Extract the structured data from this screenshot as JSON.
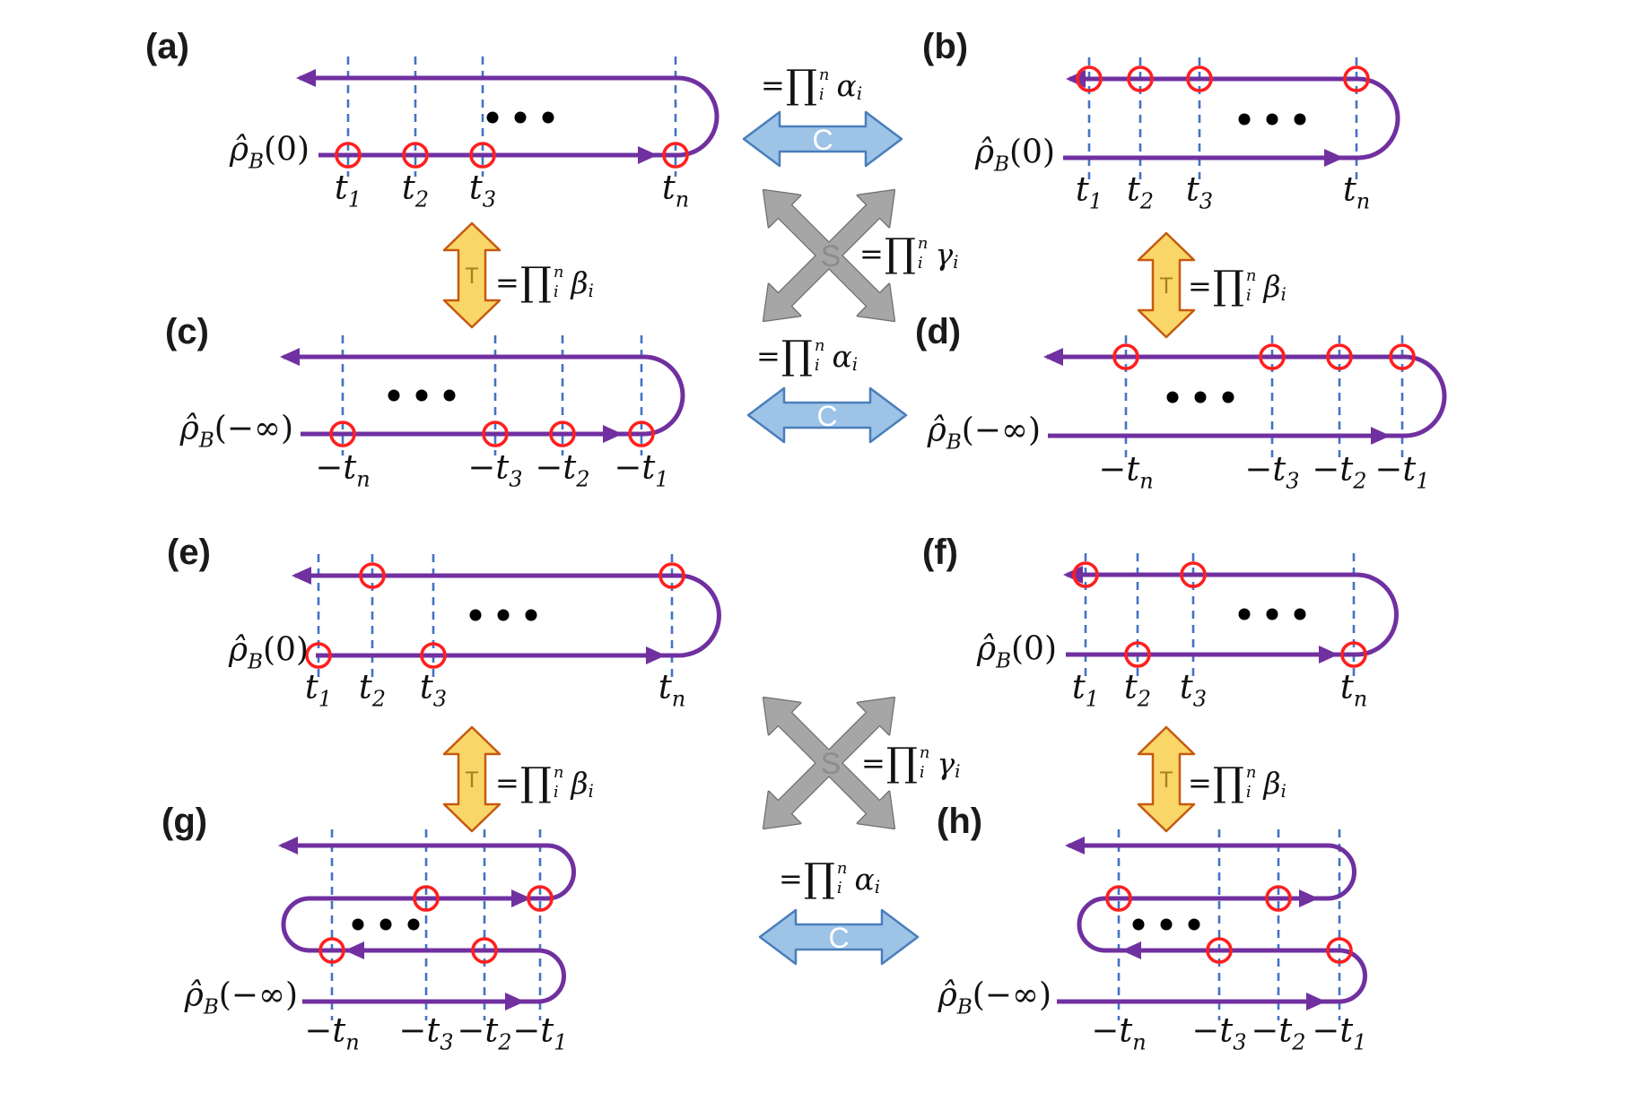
{
  "figure": {
    "background": "#ffffff"
  },
  "colors": {
    "contour": "#7030A0",
    "gridline": "#4472C4",
    "circle": "#FF1F1F",
    "dots": "#000000",
    "c_arrow_fill": "#9DC3E6",
    "c_arrow_stroke": "#4A7EBB",
    "c_letter": "#FFFFFF",
    "t_arrow_fill": "#FAD669",
    "t_arrow_stroke": "#C55A11",
    "t_letter": "#A3821A",
    "s_arrow_fill": "#A6A6A6",
    "s_arrow_stroke": "#6E6E6E",
    "s_letter": "#8C8C8C",
    "text": "#111111"
  },
  "arrow_letters": {
    "c": "C",
    "t": "T",
    "s": "S"
  },
  "formulas": {
    "alpha": {
      "eq": "=",
      "op": "∏",
      "sup": "n",
      "sub": "i",
      "var": "α",
      "var_sub": "i"
    },
    "beta": {
      "eq": "=",
      "op": "∏",
      "sup": "n",
      "sub": "i",
      "var": "β",
      "var_sub": "i"
    },
    "gamma": {
      "eq": "=",
      "op": "∏",
      "sup": "n",
      "sub": "i",
      "var": "γ",
      "var_sub": "i"
    }
  },
  "panels": [
    {
      "id": "a",
      "label": "(a)",
      "rho": {
        "base": "ρ̂",
        "sub": "B",
        "arg": "(0)"
      },
      "contour": "hairpin",
      "times": [
        {
          "neg": "",
          "base": "t",
          "sub": "1"
        },
        {
          "neg": "",
          "base": "t",
          "sub": "2"
        },
        {
          "neg": "",
          "base": "t",
          "sub": "3"
        },
        {
          "neg": "",
          "base": "t",
          "sub": "n"
        }
      ],
      "circles": [
        "lower",
        "lower",
        "lower",
        "lower"
      ]
    },
    {
      "id": "b",
      "label": "(b)",
      "rho": {
        "base": "ρ̂",
        "sub": "B",
        "arg": "(0)"
      },
      "contour": "hairpin",
      "times": [
        {
          "neg": "",
          "base": "t",
          "sub": "1"
        },
        {
          "neg": "",
          "base": "t",
          "sub": "2"
        },
        {
          "neg": "",
          "base": "t",
          "sub": "3"
        },
        {
          "neg": "",
          "base": "t",
          "sub": "n"
        }
      ],
      "circles": [
        "upper",
        "upper",
        "upper",
        "upper"
      ]
    },
    {
      "id": "c",
      "label": "(c)",
      "rho": {
        "base": "ρ̂",
        "sub": "B",
        "arg": "(−∞)"
      },
      "contour": "hairpin",
      "times": [
        {
          "neg": "−",
          "base": "t",
          "sub": "n"
        },
        {
          "neg": "−",
          "base": "t",
          "sub": "3"
        },
        {
          "neg": "−",
          "base": "t",
          "sub": "2"
        },
        {
          "neg": "−",
          "base": "t",
          "sub": "1"
        }
      ],
      "circles": [
        "lower",
        "lower",
        "lower",
        "lower"
      ]
    },
    {
      "id": "d",
      "label": "(d)",
      "rho": {
        "base": "ρ̂",
        "sub": "B",
        "arg": "(−∞)"
      },
      "contour": "hairpin",
      "times": [
        {
          "neg": "−",
          "base": "t",
          "sub": "n"
        },
        {
          "neg": "−",
          "base": "t",
          "sub": "3"
        },
        {
          "neg": "−",
          "base": "t",
          "sub": "2"
        },
        {
          "neg": "−",
          "base": "t",
          "sub": "1"
        }
      ],
      "circles": [
        "upper",
        "upper",
        "upper",
        "upper"
      ]
    },
    {
      "id": "e",
      "label": "(e)",
      "rho": {
        "base": "ρ̂",
        "sub": "B",
        "arg": "(0)"
      },
      "contour": "hairpin",
      "times": [
        {
          "neg": "",
          "base": "t",
          "sub": "1"
        },
        {
          "neg": "",
          "base": "t",
          "sub": "2"
        },
        {
          "neg": "",
          "base": "t",
          "sub": "3"
        },
        {
          "neg": "",
          "base": "t",
          "sub": "n"
        }
      ],
      "circles": [
        "lower",
        "upper",
        "lower",
        "upper"
      ]
    },
    {
      "id": "f",
      "label": "(f)",
      "rho": {
        "base": "ρ̂",
        "sub": "B",
        "arg": "(0)"
      },
      "contour": "hairpin",
      "times": [
        {
          "neg": "",
          "base": "t",
          "sub": "1"
        },
        {
          "neg": "",
          "base": "t",
          "sub": "2"
        },
        {
          "neg": "",
          "base": "t",
          "sub": "3"
        },
        {
          "neg": "",
          "base": "t",
          "sub": "n"
        }
      ],
      "circles": [
        "upper",
        "lower",
        "upper",
        "lower"
      ]
    },
    {
      "id": "g",
      "label": "(g)",
      "rho": {
        "base": "ρ̂",
        "sub": "B",
        "arg": "(−∞)"
      },
      "contour": "serpentine",
      "times": [
        {
          "neg": "−",
          "base": "t",
          "sub": "n"
        },
        {
          "neg": "−",
          "base": "t",
          "sub": "3"
        },
        {
          "neg": "−",
          "base": "t",
          "sub": "2"
        },
        {
          "neg": "−",
          "base": "t",
          "sub": "1"
        }
      ],
      "circles": [
        "line3",
        "line2",
        "line3",
        "line2"
      ]
    },
    {
      "id": "h",
      "label": "(h)",
      "rho": {
        "base": "ρ̂",
        "sub": "B",
        "arg": "(−∞)"
      },
      "contour": "serpentine",
      "times": [
        {
          "neg": "−",
          "base": "t",
          "sub": "n"
        },
        {
          "neg": "−",
          "base": "t",
          "sub": "3"
        },
        {
          "neg": "−",
          "base": "t",
          "sub": "2"
        },
        {
          "neg": "−",
          "base": "t",
          "sub": "1"
        }
      ],
      "circles": [
        "line2",
        "line3",
        "line2",
        "line3"
      ]
    }
  ]
}
